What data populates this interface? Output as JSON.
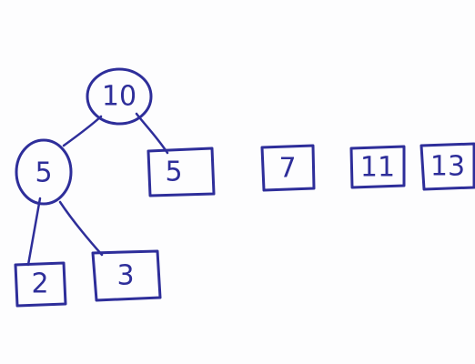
{
  "colors": {
    "ink": "#2e2e9a",
    "paper": "#fdfdfe"
  },
  "tree": {
    "root": {
      "label": "10",
      "shape": "circle"
    },
    "left_child": {
      "label": "5",
      "shape": "circle"
    },
    "right_child": {
      "label": "5",
      "shape": "box"
    },
    "leaf_left": {
      "label": "2",
      "shape": "box"
    },
    "leaf_right": {
      "label": "3",
      "shape": "box"
    }
  },
  "standalone_boxes": [
    {
      "label": "7"
    },
    {
      "label": "11"
    },
    {
      "label": "13"
    }
  ]
}
